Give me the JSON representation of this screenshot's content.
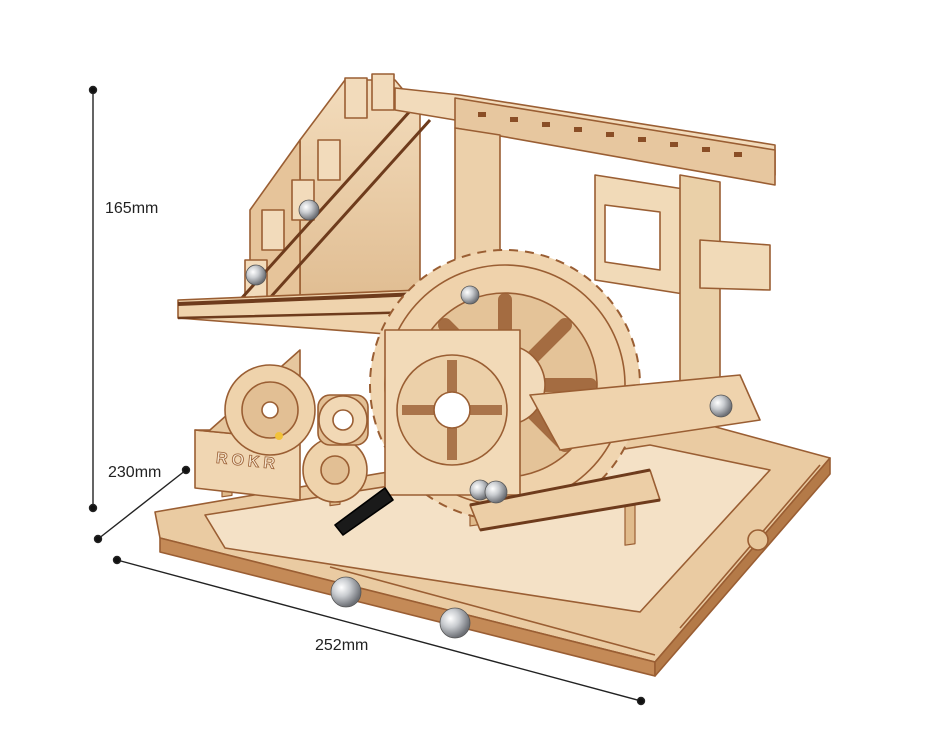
{
  "dimensions": {
    "height": {
      "label": "165mm"
    },
    "depth": {
      "label": "230mm"
    },
    "width": {
      "label": "252mm"
    }
  },
  "logo_text": "ROKR",
  "colors": {
    "background": "#ffffff",
    "wood_light": "#efd6b4",
    "wood_mid": "#e2bf94",
    "wood_edge": "#9a5e33",
    "wood_dark": "#6e3b1c",
    "steel": "#c9ccd0",
    "dimension_line": "#222222"
  }
}
